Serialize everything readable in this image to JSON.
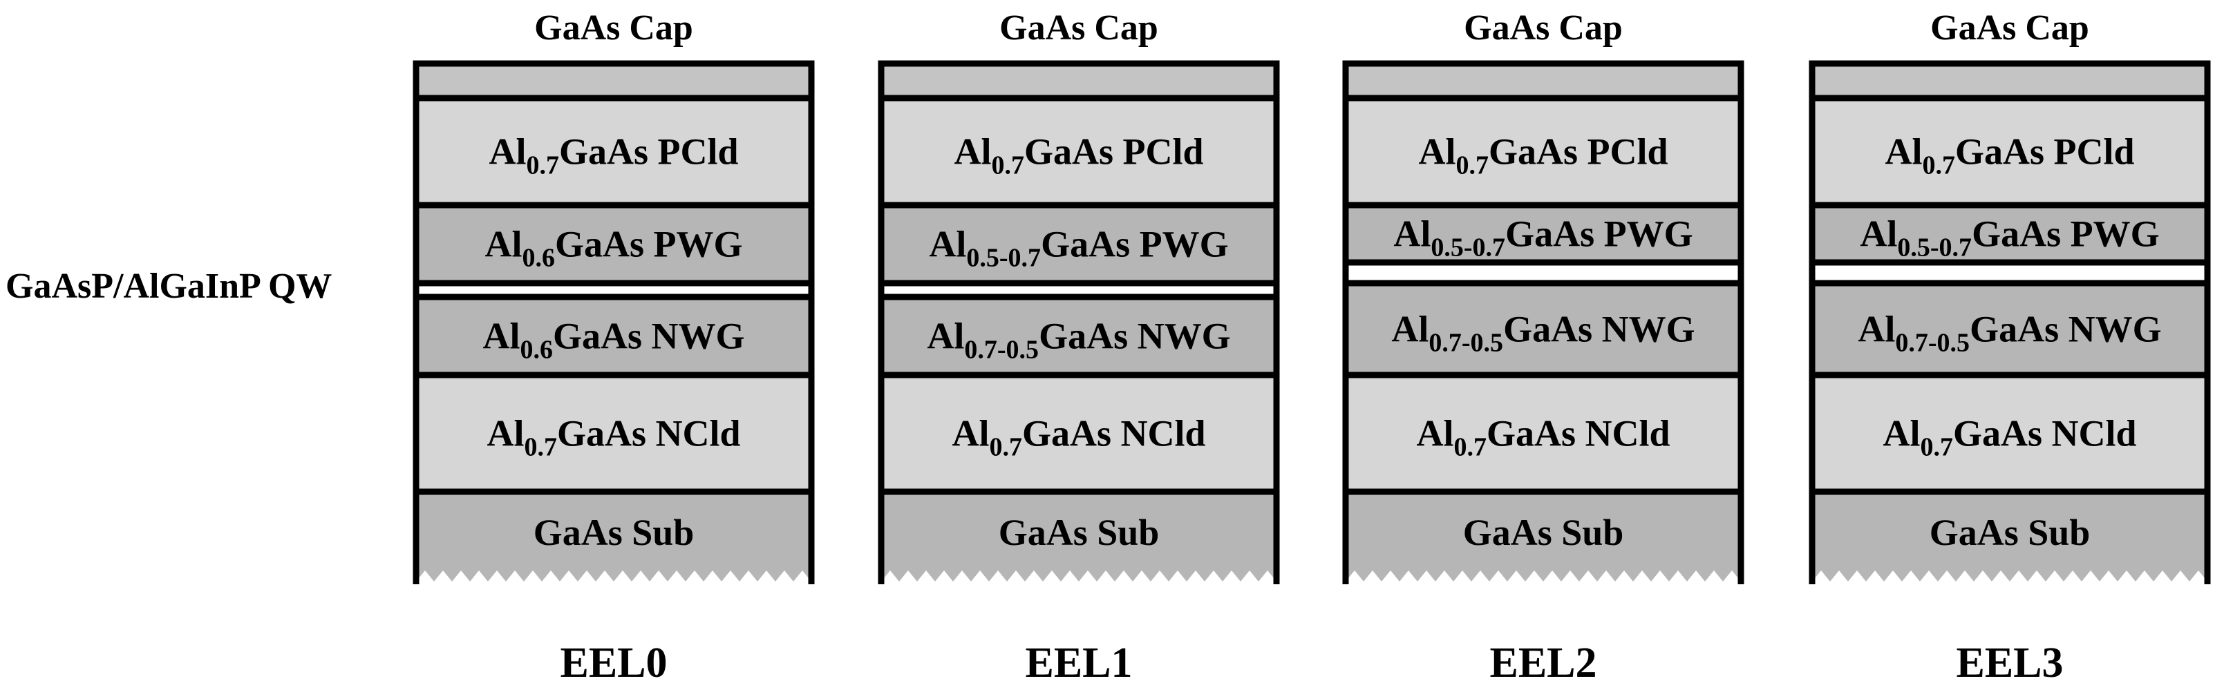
{
  "qw_label": "GaAsP/AlGaInP QW",
  "colors": {
    "light": "#d6d6d6",
    "medium": "#b6b6b6",
    "cap": "#c4c4c4",
    "qw": "#ffffff",
    "border": "#000000"
  },
  "structures": [
    {
      "name": "EEL0",
      "cap_label": "GaAs Cap",
      "layers": [
        {
          "kind": "cap"
        },
        {
          "kind": "pcld",
          "parts": [
            "Al",
            "0.7",
            "GaAs PCld"
          ]
        },
        {
          "kind": "pwg",
          "parts": [
            "Al",
            "0.6",
            "GaAs PWG"
          ]
        },
        {
          "kind": "qw"
        },
        {
          "kind": "nwg",
          "parts": [
            "Al",
            "0.6",
            "GaAs NWG"
          ]
        },
        {
          "kind": "ncld",
          "parts": [
            "Al",
            "0.7",
            "GaAs NCld"
          ]
        },
        {
          "kind": "sub",
          "parts": [
            "",
            "",
            "GaAs Sub"
          ]
        }
      ]
    },
    {
      "name": "EEL1",
      "cap_label": "GaAs Cap",
      "layers": [
        {
          "kind": "cap"
        },
        {
          "kind": "pcld",
          "parts": [
            "Al",
            "0.7",
            "GaAs PCld"
          ]
        },
        {
          "kind": "pwg",
          "parts": [
            "Al",
            "0.5-0.7",
            "GaAs PWG"
          ]
        },
        {
          "kind": "qw"
        },
        {
          "kind": "nwg",
          "parts": [
            "Al",
            "0.7-0.5",
            "GaAs NWG"
          ]
        },
        {
          "kind": "ncld",
          "parts": [
            "Al",
            "0.7",
            "GaAs NCld"
          ]
        },
        {
          "kind": "sub",
          "parts": [
            "",
            "",
            "GaAs Sub"
          ]
        }
      ]
    },
    {
      "name": "EEL2",
      "cap_label": "GaAs Cap",
      "layers": [
        {
          "kind": "cap"
        },
        {
          "kind": "pcld",
          "parts": [
            "Al",
            "0.7",
            "GaAs PCld"
          ]
        },
        {
          "kind": "pwg",
          "parts": [
            "Al",
            "0.5-0.7",
            "GaAs PWG"
          ]
        },
        {
          "kind": "qw"
        },
        {
          "kind": "nwg",
          "parts": [
            "Al",
            "0.7-0.5",
            "GaAs NWG"
          ]
        },
        {
          "kind": "ncld",
          "parts": [
            "Al",
            "0.7",
            "GaAs NCld"
          ]
        },
        {
          "kind": "sub",
          "parts": [
            "",
            "",
            "GaAs Sub"
          ]
        }
      ]
    },
    {
      "name": "EEL3",
      "cap_label": "GaAs Cap",
      "layers": [
        {
          "kind": "cap"
        },
        {
          "kind": "pcld",
          "parts": [
            "Al",
            "0.7",
            "GaAs PCld"
          ]
        },
        {
          "kind": "pwg",
          "parts": [
            "Al",
            "0.5-0.7",
            "GaAs PWG"
          ]
        },
        {
          "kind": "qw"
        },
        {
          "kind": "nwg",
          "parts": [
            "Al",
            "0.7-0.5",
            "GaAs NWG"
          ]
        },
        {
          "kind": "ncld",
          "parts": [
            "Al",
            "0.7",
            "GaAs NCld"
          ]
        },
        {
          "kind": "sub",
          "parts": [
            "",
            "",
            "GaAs Sub"
          ]
        }
      ]
    }
  ]
}
